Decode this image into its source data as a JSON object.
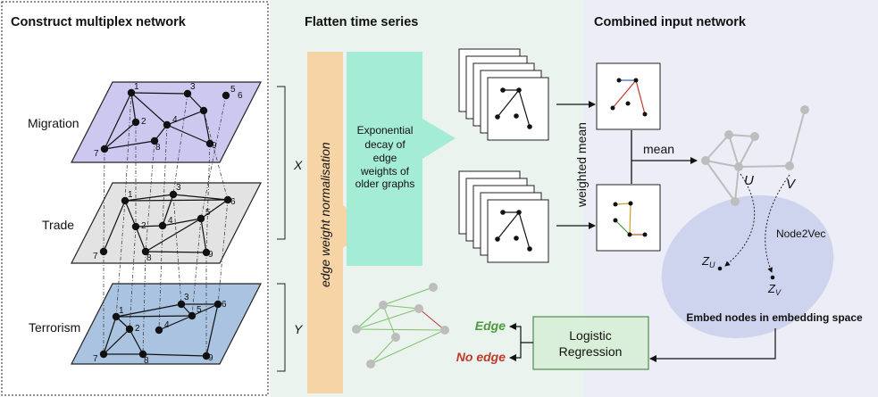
{
  "panels": {
    "left_title": "Construct multiplex network",
    "middle_title": "Flatten time series",
    "right_title": "Combined input network"
  },
  "layers": [
    {
      "name": "Migration",
      "color": "#cdc8f0"
    },
    {
      "name": "Trade",
      "color": "#e3e3e3"
    },
    {
      "name": "Terrorism",
      "color": "#a9c3e0"
    }
  ],
  "node_numbers": [
    "1",
    "2",
    "3",
    "4",
    "5",
    "6",
    "7",
    "8",
    "9"
  ],
  "brackets": {
    "x": "X",
    "y": "Y"
  },
  "normalisation_label": "edge weight normalisation",
  "decay_text": [
    "Exponential",
    "decay of",
    "edge",
    "weights of",
    "older graphs"
  ],
  "weighted_mean_label": "weighted mean",
  "mean_label": "mean",
  "nodes": {
    "u": "U",
    "v": "V"
  },
  "embedding": {
    "method": "Node2Vec",
    "zu": "Z",
    "zu_sub": "U",
    "zv": "Z",
    "zv_sub": "V",
    "caption": "Embed nodes in embedding space"
  },
  "classifier": {
    "line1": "Logistic",
    "line2": "Regression"
  },
  "outputs": {
    "edge": "Edge",
    "no_edge": "No edge"
  },
  "colors": {
    "left_panel_bg": "#ffffff",
    "middle_panel_bg": "#eaf3ee",
    "right_panel_bg": "#ecedf7",
    "norm_bar": "#f7d4a6",
    "decay_arrow": "#a5ecd6",
    "classifier_box": "#d9efd9",
    "embed_ellipse": "#cfd4ee",
    "edge_green": "#4c9a3d",
    "no_edge_red": "#c0392b"
  }
}
